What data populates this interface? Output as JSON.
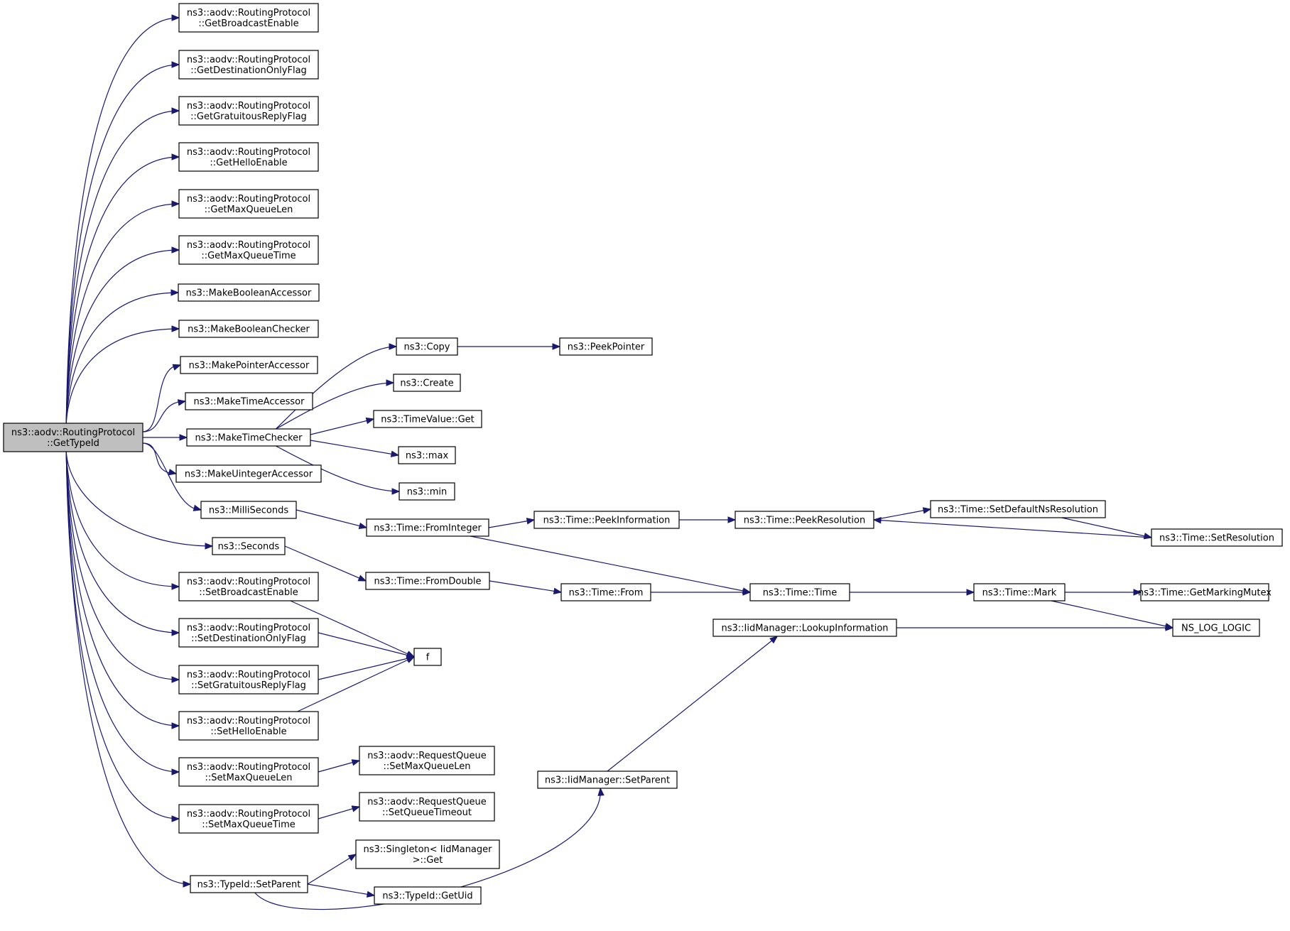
{
  "diagram": {
    "nodes": [
      {
        "id": "root",
        "lines": [
          "ns3::aodv::RoutingProtocol",
          "::GetTypeId"
        ],
        "root": true
      },
      {
        "id": "gbe",
        "lines": [
          "ns3::aodv::RoutingProtocol",
          "::GetBroadcastEnable"
        ]
      },
      {
        "id": "gdof",
        "lines": [
          "ns3::aodv::RoutingProtocol",
          "::GetDestinationOnlyFlag"
        ]
      },
      {
        "id": "ggrf",
        "lines": [
          "ns3::aodv::RoutingProtocol",
          "::GetGratuitousReplyFlag"
        ]
      },
      {
        "id": "ghe",
        "lines": [
          "ns3::aodv::RoutingProtocol",
          "::GetHelloEnable"
        ]
      },
      {
        "id": "gmql",
        "lines": [
          "ns3::aodv::RoutingProtocol",
          "::GetMaxQueueLen"
        ]
      },
      {
        "id": "gmqt",
        "lines": [
          "ns3::aodv::RoutingProtocol",
          "::GetMaxQueueTime"
        ]
      },
      {
        "id": "mba",
        "lines": [
          "ns3::MakeBooleanAccessor"
        ]
      },
      {
        "id": "mbc",
        "lines": [
          "ns3::MakeBooleanChecker"
        ]
      },
      {
        "id": "mpa",
        "lines": [
          "ns3::MakePointerAccessor"
        ]
      },
      {
        "id": "mta",
        "lines": [
          "ns3::MakeTimeAccessor"
        ]
      },
      {
        "id": "mtc",
        "lines": [
          "ns3::MakeTimeChecker"
        ]
      },
      {
        "id": "mua",
        "lines": [
          "ns3::MakeUintegerAccessor"
        ]
      },
      {
        "id": "ms",
        "lines": [
          "ns3::MilliSeconds"
        ]
      },
      {
        "id": "sec",
        "lines": [
          "ns3::Seconds"
        ]
      },
      {
        "id": "sbe",
        "lines": [
          "ns3::aodv::RoutingProtocol",
          "::SetBroadcastEnable"
        ]
      },
      {
        "id": "sdof",
        "lines": [
          "ns3::aodv::RoutingProtocol",
          "::SetDestinationOnlyFlag"
        ]
      },
      {
        "id": "sgrf",
        "lines": [
          "ns3::aodv::RoutingProtocol",
          "::SetGratuitousReplyFlag"
        ]
      },
      {
        "id": "she",
        "lines": [
          "ns3::aodv::RoutingProtocol",
          "::SetHelloEnable"
        ]
      },
      {
        "id": "smql",
        "lines": [
          "ns3::aodv::RoutingProtocol",
          "::SetMaxQueueLen"
        ]
      },
      {
        "id": "smqt",
        "lines": [
          "ns3::aodv::RoutingProtocol",
          "::SetMaxQueueTime"
        ]
      },
      {
        "id": "tsp",
        "lines": [
          "ns3::TypeId::SetParent"
        ]
      },
      {
        "id": "copy",
        "lines": [
          "ns3::Copy"
        ]
      },
      {
        "id": "peekptr",
        "lines": [
          "ns3::PeekPointer"
        ]
      },
      {
        "id": "create",
        "lines": [
          "ns3::Create"
        ]
      },
      {
        "id": "tvget",
        "lines": [
          "ns3::TimeValue::Get"
        ]
      },
      {
        "id": "max",
        "lines": [
          "ns3::max"
        ]
      },
      {
        "id": "min",
        "lines": [
          "ns3::min"
        ]
      },
      {
        "id": "fromint",
        "lines": [
          "ns3::Time::FromInteger"
        ]
      },
      {
        "id": "fromdbl",
        "lines": [
          "ns3::Time::FromDouble"
        ]
      },
      {
        "id": "peekinfo",
        "lines": [
          "ns3::Time::PeekInformation"
        ]
      },
      {
        "id": "peekres",
        "lines": [
          "ns3::Time::PeekResolution"
        ]
      },
      {
        "id": "setdef",
        "lines": [
          "ns3::Time::SetDefaultNsResolution"
        ]
      },
      {
        "id": "setres",
        "lines": [
          "ns3::Time::SetResolution"
        ]
      },
      {
        "id": "from",
        "lines": [
          "ns3::Time::From"
        ]
      },
      {
        "id": "time",
        "lines": [
          "ns3::Time::Time"
        ]
      },
      {
        "id": "mark",
        "lines": [
          "ns3::Time::Mark"
        ]
      },
      {
        "id": "gmm",
        "lines": [
          "ns3::Time::GetMarkingMutex"
        ]
      },
      {
        "id": "nslog",
        "lines": [
          "NS_LOG_LOGIC"
        ]
      },
      {
        "id": "lookup",
        "lines": [
          "ns3::IidManager::LookupInformation"
        ]
      },
      {
        "id": "f",
        "lines": [
          "f"
        ]
      },
      {
        "id": "rqsml",
        "lines": [
          "ns3::aodv::RequestQueue",
          "::SetMaxQueueLen"
        ]
      },
      {
        "id": "rqsqt",
        "lines": [
          "ns3::aodv::RequestQueue",
          "::SetQueueTimeout"
        ]
      },
      {
        "id": "iidsp",
        "lines": [
          "ns3::IidManager::SetParent"
        ]
      },
      {
        "id": "singleton",
        "lines": [
          "ns3::Singleton< IidManager",
          " >::Get"
        ]
      },
      {
        "id": "getuid",
        "lines": [
          "ns3::TypeId::GetUid"
        ]
      }
    ],
    "edges": [
      [
        "root",
        "gbe"
      ],
      [
        "root",
        "gdof"
      ],
      [
        "root",
        "ggrf"
      ],
      [
        "root",
        "ghe"
      ],
      [
        "root",
        "gmql"
      ],
      [
        "root",
        "gmqt"
      ],
      [
        "root",
        "mba"
      ],
      [
        "root",
        "mbc"
      ],
      [
        "root",
        "mpa"
      ],
      [
        "root",
        "mta"
      ],
      [
        "root",
        "mtc"
      ],
      [
        "root",
        "mua"
      ],
      [
        "root",
        "ms"
      ],
      [
        "root",
        "sec"
      ],
      [
        "root",
        "sbe"
      ],
      [
        "root",
        "sdof"
      ],
      [
        "root",
        "sgrf"
      ],
      [
        "root",
        "she"
      ],
      [
        "root",
        "smql"
      ],
      [
        "root",
        "smqt"
      ],
      [
        "root",
        "tsp"
      ],
      [
        "mtc",
        "copy"
      ],
      [
        "mtc",
        "create"
      ],
      [
        "mtc",
        "tvget"
      ],
      [
        "mtc",
        "max"
      ],
      [
        "mtc",
        "min"
      ],
      [
        "copy",
        "peekptr"
      ],
      [
        "ms",
        "fromint"
      ],
      [
        "sec",
        "fromdbl"
      ],
      [
        "fromint",
        "peekinfo"
      ],
      [
        "fromint",
        "time"
      ],
      [
        "peekinfo",
        "peekres"
      ],
      [
        "peekres",
        "setdef"
      ],
      [
        "setdef",
        "setres"
      ],
      [
        "setres",
        "peekres"
      ],
      [
        "fromdbl",
        "from"
      ],
      [
        "from",
        "time"
      ],
      [
        "time",
        "mark"
      ],
      [
        "mark",
        "gmm"
      ],
      [
        "mark",
        "nslog"
      ],
      [
        "lookup",
        "nslog"
      ],
      [
        "sbe",
        "f"
      ],
      [
        "sdof",
        "f"
      ],
      [
        "sgrf",
        "f"
      ],
      [
        "she",
        "f"
      ],
      [
        "smql",
        "rqsml"
      ],
      [
        "smqt",
        "rqsqt"
      ],
      [
        "tsp",
        "singleton"
      ],
      [
        "tsp",
        "getuid"
      ],
      [
        "tsp",
        "iidsp"
      ],
      [
        "iidsp",
        "lookup"
      ]
    ]
  }
}
